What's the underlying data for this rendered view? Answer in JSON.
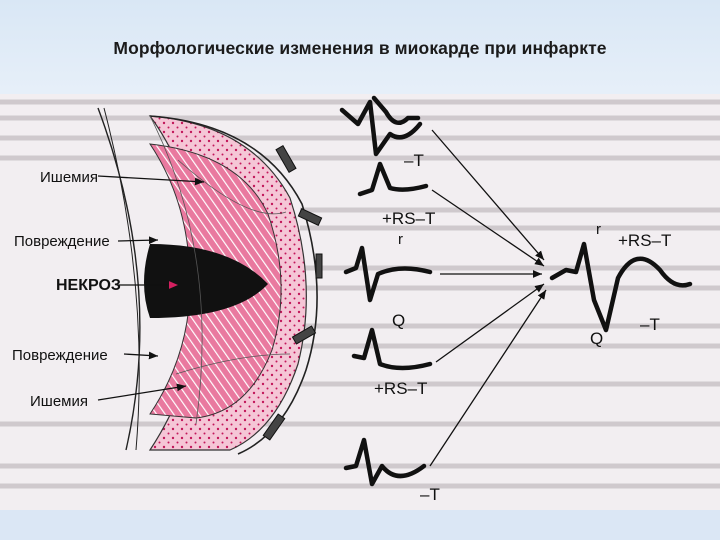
{
  "slide": {
    "title": "Морфологические изменения в миокарде при инфаркте"
  },
  "diagram": {
    "zones": {
      "ischemia_top": "Ишемия",
      "injury_top": "Повреждение",
      "necrosis": "НЕКРОЗ",
      "injury_bottom": "Повреждение",
      "ischemia_bottom": "Ишемия"
    },
    "ecg_labels": {
      "lead1_t": "–T",
      "lead2_rst": "+RS–T",
      "lead2_r": "r",
      "lead3_q": "Q",
      "lead4_rst": "+RS–T",
      "lead5_t": "–T",
      "combined_r": "r",
      "combined_rst": "+RS–T",
      "combined_q": "Q",
      "combined_t": "–T"
    },
    "colors": {
      "ischemia": "#f2c2d3",
      "injury": "#e85a8e",
      "necrosis": "#111111",
      "arrow_red": "#d42060",
      "background_paper": "#f2eef1",
      "slide_bg": "#dde9f6"
    }
  }
}
